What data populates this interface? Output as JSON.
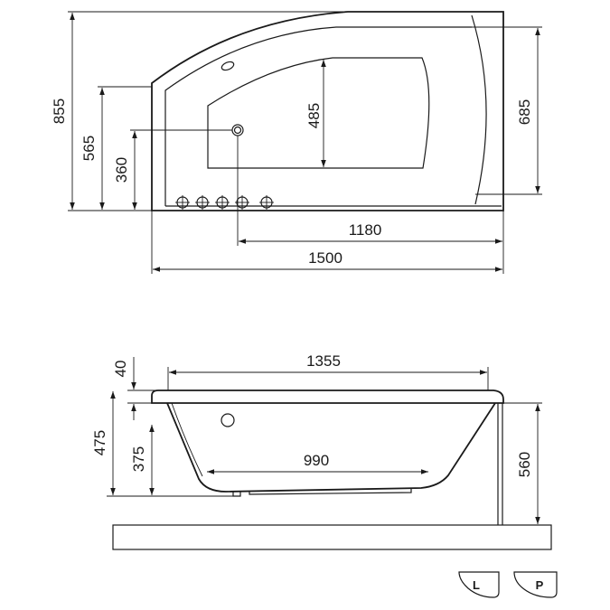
{
  "top_view": {
    "width_overall": "1500",
    "width_inner": "1180",
    "depth_overall": "855",
    "depth_left": "565",
    "drain_height": "360",
    "basin_depth": "485",
    "right_depth": "685"
  },
  "side_view": {
    "length_top": "1355",
    "rim_height": "40",
    "height_total": "475",
    "inner_height": "375",
    "bottom_length": "990",
    "leg_height": "560"
  },
  "variants": {
    "left_label": "L",
    "right_label": "P"
  },
  "colors": {
    "line": "#1a1a1a",
    "background": "#ffffff"
  }
}
